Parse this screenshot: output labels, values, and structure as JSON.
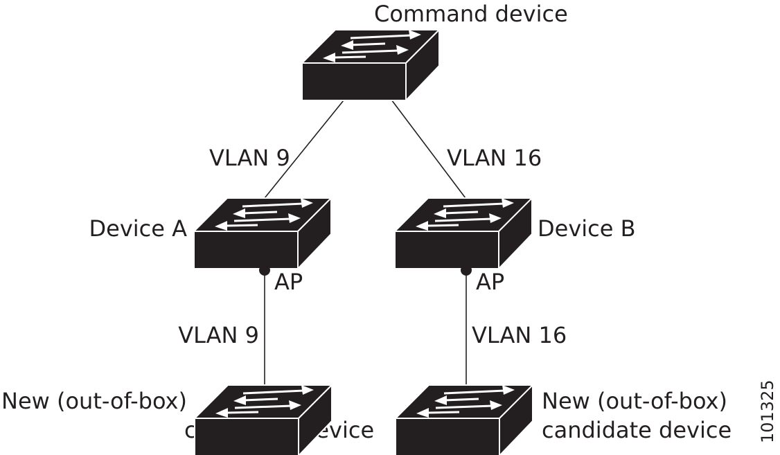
{
  "devices": {
    "command": {
      "label": "Command device"
    },
    "device_a": {
      "label": "Device A"
    },
    "device_b": {
      "label": "Device B"
    },
    "candidate_left": {
      "label_line1": "New (out-of-box)",
      "label_line2": "candidate device"
    },
    "candidate_right": {
      "label_line1": "New (out-of-box)",
      "label_line2": "candidate device"
    }
  },
  "links": {
    "cmd_to_a": {
      "label": "VLAN 9"
    },
    "cmd_to_b": {
      "label": "VLAN 16"
    },
    "a_to_candidate": {
      "label": "VLAN 9"
    },
    "b_to_candidate": {
      "label": "VLAN 16"
    }
  },
  "access_ports": {
    "a": {
      "label": "AP"
    },
    "b": {
      "label": "AP"
    }
  },
  "figure_id": "101325"
}
